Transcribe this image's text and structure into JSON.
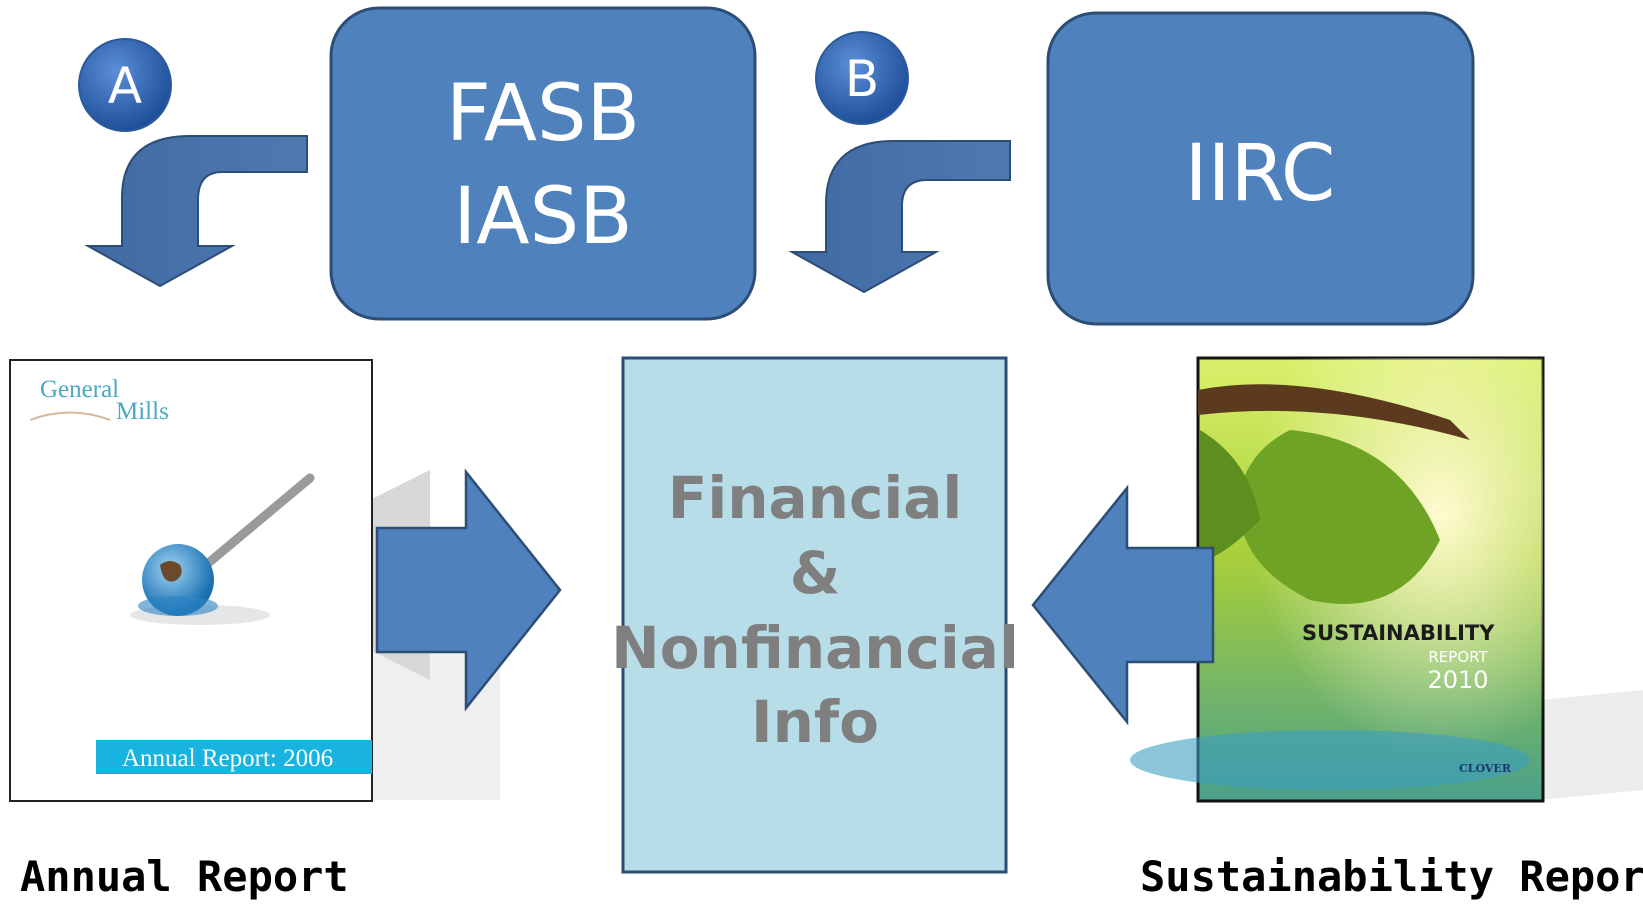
{
  "badges": {
    "a": "A",
    "b": "B"
  },
  "boxes": {
    "standards_line1": "FASB",
    "standards_line2": "IASB",
    "iirc": "IIRC"
  },
  "center": {
    "line1": "Financial",
    "line2": "&",
    "line3": "Nonfinancial",
    "line4": "Info"
  },
  "annual_cover": {
    "brand_line1": "General",
    "brand_line2": "Mills",
    "band_text": "Annual Report: 2006"
  },
  "sustain_cover": {
    "title": "SUSTAINABILITY",
    "subtitle": "REPORT",
    "year": "2010",
    "brand": "CLOVER"
  },
  "captions": {
    "left": "Annual Report",
    "right": "Sustainability Report"
  },
  "colors": {
    "box_fill": "#4f81bd",
    "box_stroke": "#2c4d75",
    "center_fill": "#b7dde8",
    "center_text": "#7f7f7f"
  }
}
